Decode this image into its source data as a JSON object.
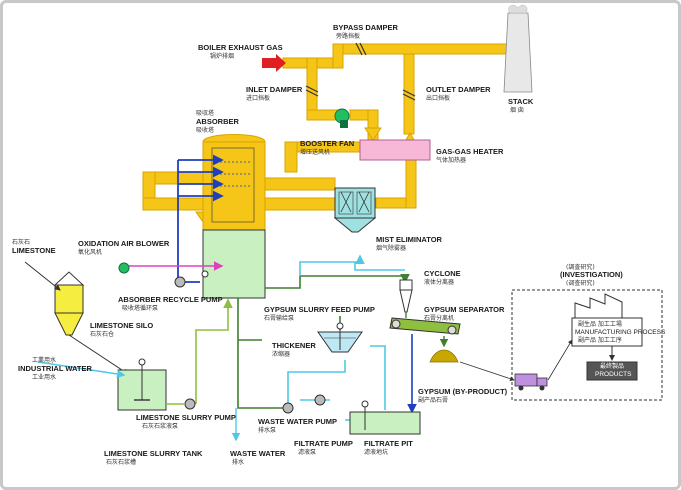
{
  "labels": {
    "boiler_exhaust_gas": "BOILER EXHAUST GAS",
    "boiler_exhaust_gas_cn": "锅炉排烟",
    "bypass_damper": "BYPASS DAMPER",
    "bypass_damper_cn": "旁路挡板",
    "inlet_damper": "INLET DAMPER",
    "inlet_damper_cn": "进口挡板",
    "outlet_damper": "OUTLET DAMPER",
    "outlet_damper_cn": "出口挡板",
    "stack": "STACK",
    "stack_cn": "烟 囱",
    "absorber_cn_top": "吸収塔",
    "absorber": "ABSORBER",
    "absorber_cn": "吸收塔",
    "booster_fan": "BOOSTER FAN",
    "booster_fan_cn": "增压送风机",
    "gas_gas_heater": "GAS-GAS HEATER",
    "gas_gas_heater_cn": "气体加热器",
    "mist_eliminator": "MIST ELIMINATOR",
    "mist_eliminator_cn": "烟气除雾器",
    "limestone_cn": "石灰石",
    "limestone": "LIMESTONE",
    "oxidation_air_blower": "OXIDATION AIR BLOWER",
    "oxidation_air_blower_cn": "氧化风机",
    "absorber_recycle_pump": "ABSORBER RECYCLE PUMP",
    "absorber_recycle_pump_cn": "吸收塔循环泵",
    "limestone_silo": "LIMESTONE SILO",
    "limestone_silo_cn": "石灰石仓",
    "industrial_water_cn": "工業用水",
    "industrial_water": "INDUSTRIAL WATER",
    "industrial_water_cn2": "工业用水",
    "cyclone": "CYCLONE",
    "cyclone_cn": "液体分离器",
    "gypsum_slurry_feed_pump": "GYPSUM SLURRY FEED PUMP",
    "gypsum_slurry_feed_pump_cn": "石膏输给泵",
    "gypsum_separator": "GYPSUM SEPARATOR",
    "gypsum_separator_cn": "石膏分离机",
    "thickener": "THICKENER",
    "thickener_cn": "浓缩器",
    "gypsum_byproduct": "GYPSUM (BY-PRODUCT)",
    "gypsum_byproduct_cn": "副产品石膏",
    "investigation_cn_top": "(調査研究)",
    "investigation": "(INVESTIGATION)",
    "investigation_cn": "(调查研究)",
    "manufacturing_cn": "副生品 加工工場",
    "manufacturing_process": "MANUFACTURING PROCESS",
    "manufacturing_cn2": "副产品 加工工序",
    "products": "PRODUCTS",
    "products_cn": "最终製品",
    "limestone_slurry_pump": "LIMESTONE SLURRY PUMP",
    "limestone_slurry_pump_cn": "石灰石浆液泵",
    "waste_water_pump": "WASTE WATER PUMP",
    "waste_water_pump_cn": "排水泵",
    "filtrate_pump": "FILTRATE PUMP",
    "filtrate_pump_cn": "滤液泵",
    "filtrate_pit": "FILTRATE PIT",
    "filtrate_pit_cn": "滤液地坑",
    "limestone_slurry_tank": "LIMESTONE SLURRY TANK",
    "limestone_slurry_tank_cn": "石灰石浆槽",
    "waste_water": "WASTE WATER",
    "waste_water_cn": "排水"
  },
  "colors": {
    "flue_gas": "#f5c518",
    "flue_gas_edge": "#d9a400",
    "exhaust_arrow": "#e02020",
    "limestone_slurry": "#8fbf3f",
    "gypsum_slurry": "#3f7f2f",
    "water": "#4fc8e8",
    "recycle": "#1f3fbf",
    "oxidation_air": "#e040c0",
    "absorber_liquid": "#c8f0c0",
    "heater": "#f7b8d8",
    "mist": "#9fe0e0",
    "fan": "#20c060"
  }
}
